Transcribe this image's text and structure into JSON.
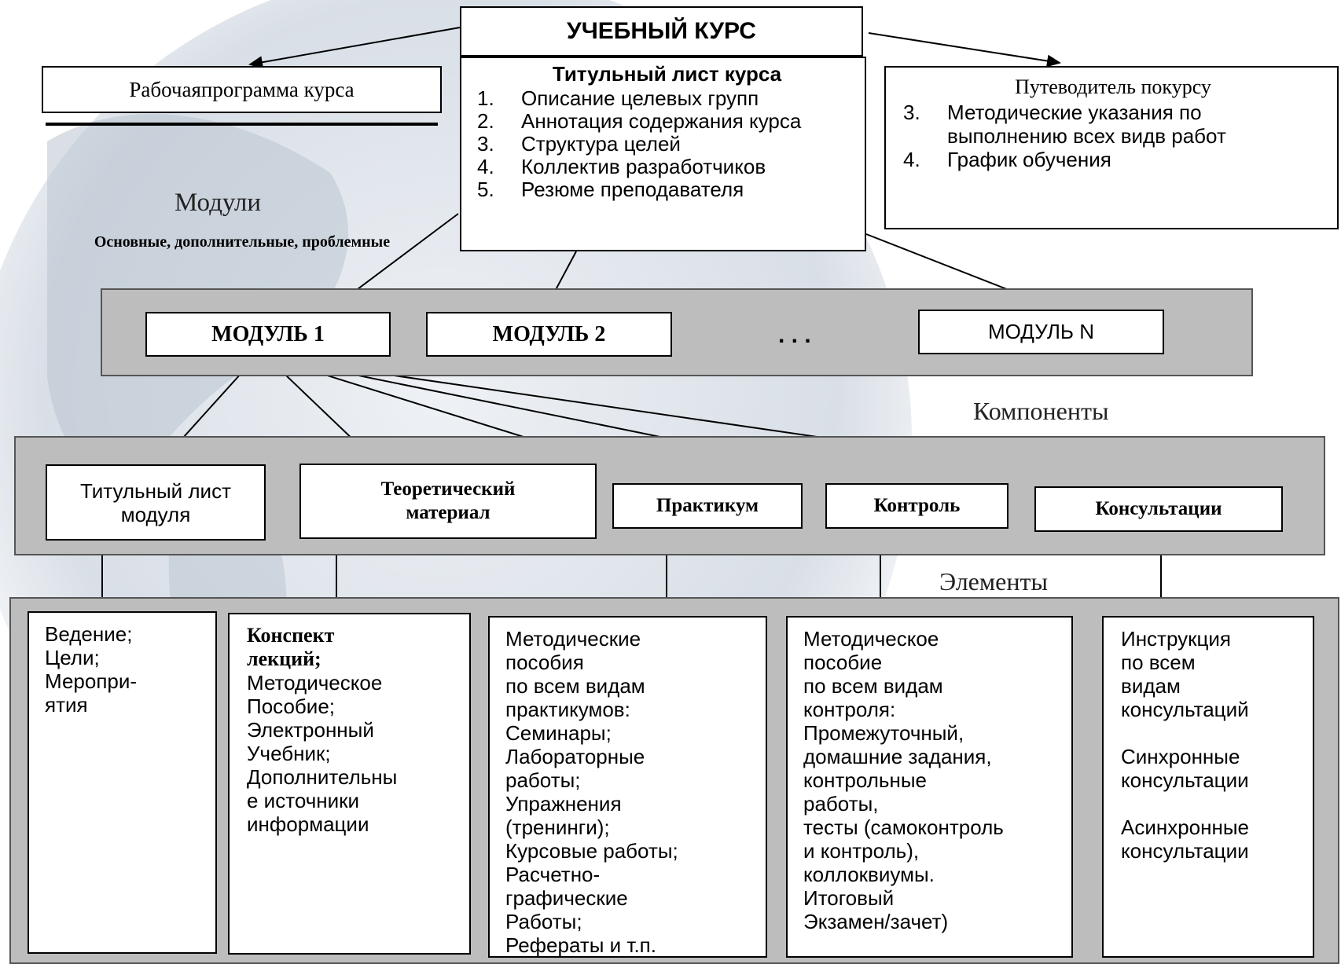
{
  "course_title": "УЧЕБНЫЙ КУРС",
  "work_program": "Рабочаяпрограмма курса",
  "title_sheet": {
    "heading": "Титульный лист курса",
    "items": [
      {
        "num": "1.",
        "text": "Описание целевых групп"
      },
      {
        "num": "2.",
        "text": "Аннотация содержания курса"
      },
      {
        "num": "3.",
        "text": "Структура целей"
      },
      {
        "num": "4.",
        "text": "Коллектив разработчиков"
      },
      {
        "num": "5.",
        "text": "Резюме преподавателя"
      }
    ]
  },
  "guide": {
    "heading": "Путеводитель покурсу",
    "items": [
      {
        "num": "3.",
        "text": "Методические указания по выполнению всех видв работ"
      },
      {
        "num": "4.",
        "text": "График обучения"
      }
    ]
  },
  "modules_label": "Модули",
  "modules_sub": "Основные, дополнительные, проблемные",
  "modules": [
    "МОДУЛЬ 1",
    "МОДУЛЬ 2",
    "МОДУЛЬ N"
  ],
  "ellipsis": ". . .",
  "components_label": "Компоненты",
  "components": [
    "Титульный лист модуля",
    "Теоретический материал",
    "Практикум",
    "Контроль",
    "Консультации"
  ],
  "elements_label": "Элементы",
  "elements": [
    {
      "bold": "",
      "text": "Ведение;\nЦели;\nМеропри-\nятия"
    },
    {
      "bold": "Конспект\nлекций;",
      "text": "Методическое\nПособие;\nЭлектронный\nУчебник;\nДополнительны\nе источники\nинформации"
    },
    {
      "bold": "",
      "text": "Методические\nпособия\nпо всем видам\nпрактикумов:\nСеминары;\nЛабораторные\nработы;\nУпражнения\n(тренинги);\nКурсовые работы;\nРасчетно-\nграфические\nРаботы;\nРефераты  и т.п."
    },
    {
      "bold": "",
      "text": "Методическое\nпособие\n по всем видам\nконтроля:\nПромежуточный,\nдомашние задания,\nконтрольные\nработы,\nтесты (самоконтроль\nи контроль),\nколлоквиумы.\nИтоговый\nЭкзамен/зачет)"
    },
    {
      "bold": "",
      "text": "Инструкция\nпо всем\nвидам\nконсультаций\n\nСинхронные\nконсультации\n\nАсинхронные\nконсультации"
    }
  ]
}
